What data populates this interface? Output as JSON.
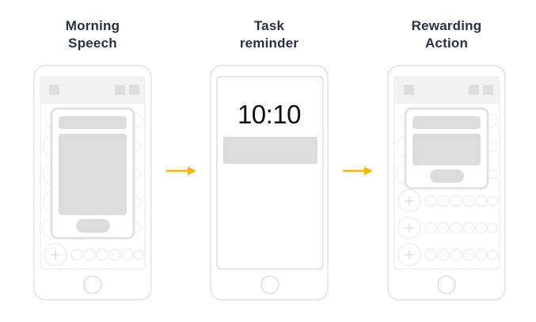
{
  "steps": [
    {
      "title_line1": "Morning",
      "title_line2": "Speech"
    },
    {
      "title_line1": "Task",
      "title_line2": "reminder",
      "time_display": "10:10"
    },
    {
      "title_line1": "Rewarding",
      "title_line2": "Action"
    }
  ],
  "connectors": [
    {
      "from": 1,
      "to": 2
    },
    {
      "from": 2,
      "to": 3
    }
  ],
  "colors": {
    "title_text": "#2a3140",
    "phone_outline": "#d6d6d6",
    "placeholder_fill": "#dcdcdc",
    "faded_outline": "#e9e9e9",
    "arrow": "#f5b800",
    "time_text": "#111111"
  },
  "icons": {
    "add": "plus-icon",
    "arrow": "arrow-right-icon"
  }
}
